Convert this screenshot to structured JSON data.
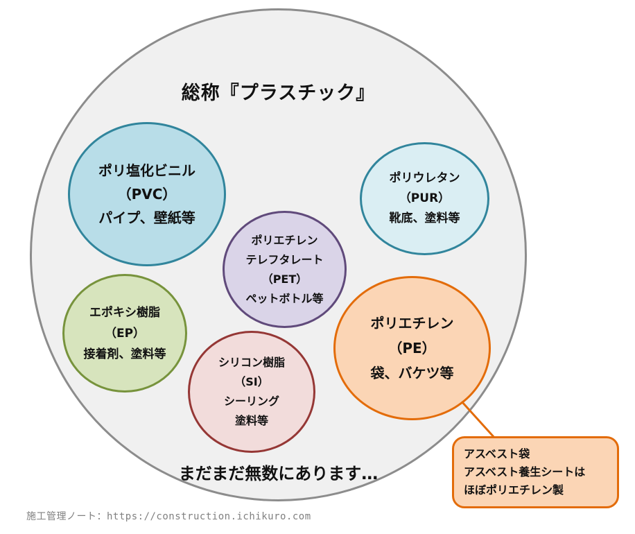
{
  "diagram": {
    "title": "総称『プラスチック』",
    "bottom_note": "まだまだ無数にあります…",
    "outer_circle": {
      "fill": "#F0F0F0",
      "border": "#8C8C8C"
    },
    "circles": [
      {
        "id": "pvc",
        "lines": [
          "ポリ塩化ビニル",
          "（PVC）",
          "パイプ、壁紙等"
        ],
        "fill": "#B8DDE8",
        "border": "#31859C"
      },
      {
        "id": "pur",
        "lines": [
          "ポリウレタン",
          "（PUR）",
          "靴底、塗料等"
        ],
        "fill": "#DAEEF3",
        "border": "#31859C"
      },
      {
        "id": "pet",
        "lines": [
          "ポリエチレン",
          "テレフタレート",
          "（PET）",
          "ペットボトル等"
        ],
        "fill": "#DAD4E8",
        "border": "#604A7B"
      },
      {
        "id": "ep",
        "lines": [
          "エポキシ樹脂",
          "（EP）",
          "接着剤、塗料等"
        ],
        "fill": "#D7E4BD",
        "border": "#77933C"
      },
      {
        "id": "si",
        "lines": [
          "シリコン樹脂",
          "（SI）",
          "シーリング",
          "塗料等"
        ],
        "fill": "#F2DCDB",
        "border": "#953735"
      },
      {
        "id": "pe",
        "lines": [
          "ポリエチレン",
          "（PE）",
          "袋、バケツ等"
        ],
        "fill": "#FBD5B5",
        "border": "#E36C0A"
      }
    ],
    "callout": {
      "lines": [
        "アスベスト袋",
        "アスベスト養生シートは",
        "ほぼポリエチレン製"
      ],
      "fill": "#FBD5B5",
      "border": "#E36C0A"
    },
    "footer": "施工管理ノート：https://construction.ichikuro.com"
  }
}
